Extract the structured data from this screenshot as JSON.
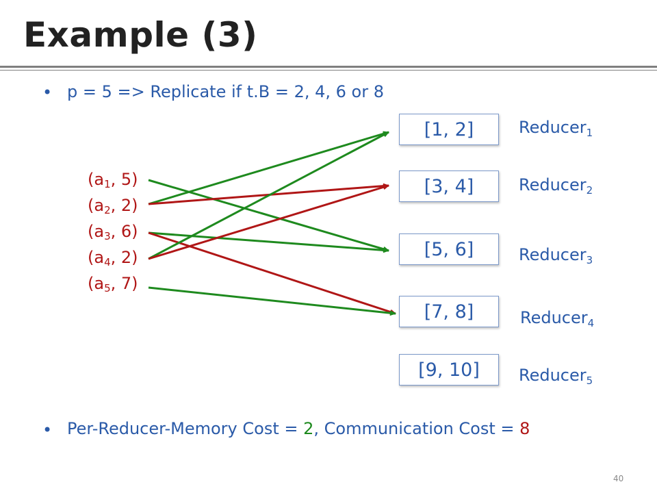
{
  "title": "Example (3)",
  "bullets": {
    "first": "p = 5 => Replicate if t.B = 2, 4, 6 or 8",
    "second_prefix": "Per-Reducer-Memory Cost = ",
    "second_memory": "2",
    "second_middle": ", Communication Cost = ",
    "second_comm": "8"
  },
  "tuples": [
    {
      "open": "(a",
      "sub": "1",
      "close": ", 5)"
    },
    {
      "open": "(a",
      "sub": "2",
      "close": ", 2)"
    },
    {
      "open": "(a",
      "sub": "3",
      "close": ", 6)"
    },
    {
      "open": "(a",
      "sub": "4",
      "close": ", 2)"
    },
    {
      "open": "(a",
      "sub": "5",
      "close": ", 7)"
    }
  ],
  "ranges": [
    "[1, 2]",
    "[3, 4]",
    "[5, 6]",
    "[7, 8]",
    "[9, 10]"
  ],
  "reducers": [
    {
      "name": "Reducer",
      "sub": "1"
    },
    {
      "name": "Reducer",
      "sub": "2"
    },
    {
      "name": "Reducer",
      "sub": "3"
    },
    {
      "name": "Reducer",
      "sub": "4"
    },
    {
      "name": "Reducer",
      "sub": "5"
    }
  ],
  "edges": [
    {
      "from": 0,
      "to": 2,
      "color": "green"
    },
    {
      "from": 1,
      "to": 0,
      "color": "green"
    },
    {
      "from": 1,
      "to": 1,
      "color": "red"
    },
    {
      "from": 2,
      "to": 2,
      "color": "green"
    },
    {
      "from": 2,
      "to": 3,
      "color": "red"
    },
    {
      "from": 3,
      "to": 0,
      "color": "green"
    },
    {
      "from": 3,
      "to": 1,
      "color": "red"
    },
    {
      "from": 4,
      "to": 3,
      "color": "green"
    }
  ],
  "colors": {
    "green": "#1e8a1e",
    "red": "#b01616",
    "text_blue": "#2a5aa8",
    "title": "#222222"
  },
  "page_number": "40"
}
